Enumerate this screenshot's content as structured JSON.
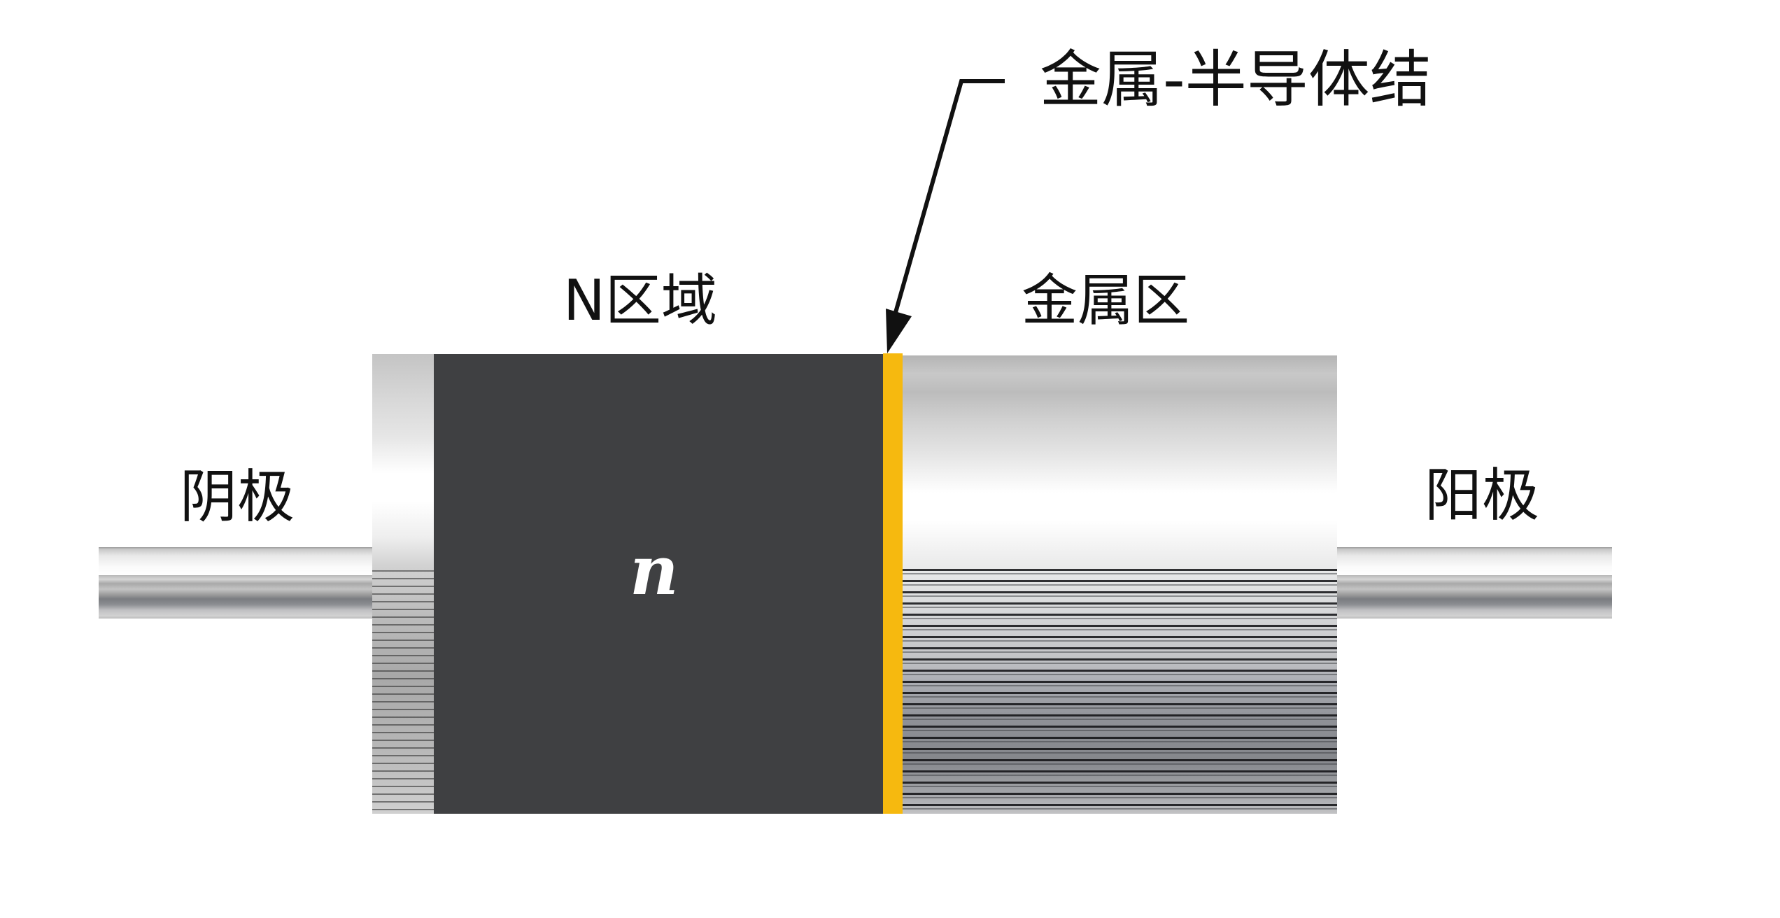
{
  "diagram": {
    "title": "金属-半导体结",
    "labels": {
      "n_region": "N区域",
      "metal_region": "金属区",
      "cathode": "阴极",
      "anode": "阳极",
      "junction_callout": "金属-半导体结",
      "n_symbol": "n"
    },
    "components": [
      {
        "name": "cathode-lead",
        "label": "阴极"
      },
      {
        "name": "n-type-semiconductor",
        "label": "N区域",
        "symbol": "n"
      },
      {
        "name": "metal-semiconductor-junction",
        "label": "金属-半导体结"
      },
      {
        "name": "metal-region",
        "label": "金属区"
      },
      {
        "name": "anode-lead",
        "label": "阳极"
      }
    ],
    "colors": {
      "n_region": "#3f4042",
      "junction": "#f6b90f",
      "text": "#111111",
      "background": "#ffffff"
    }
  }
}
